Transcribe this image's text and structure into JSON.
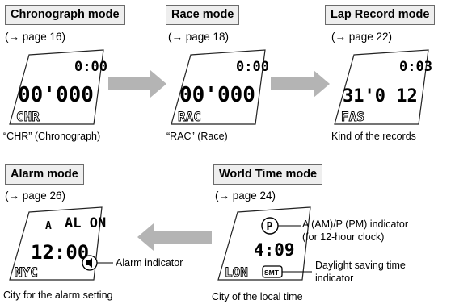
{
  "modes": [
    {
      "label": "Chronograph mode",
      "page_ref": "(→ page 16)",
      "display": {
        "top": "0:00",
        "main": "00'000",
        "bottom": "CHR"
      },
      "caption": "“CHR” (Chronograph)"
    },
    {
      "label": "Race mode",
      "page_ref": "(→ page 18)",
      "display": {
        "top": "0:00",
        "main": "00'000",
        "bottom": "RAC"
      },
      "caption": "“RAC” (Race)"
    },
    {
      "label": "Lap Record mode",
      "page_ref": "(→ page 22)",
      "display": {
        "top": "0:03",
        "main": "31'0 12",
        "bottom": "FAS"
      },
      "caption": "Kind of the records"
    },
    {
      "label": "Alarm mode",
      "page_ref": "(→ page 26)",
      "display": {
        "marker": "A",
        "top": "AL ON",
        "main": "12:00",
        "bottom": "NYC"
      },
      "caption": "City for the alarm setting",
      "callouts": {
        "alarm_indicator": "Alarm indicator"
      }
    },
    {
      "label": "World Time mode",
      "page_ref": "(→ page 24)",
      "display": {
        "pm_badge": "P",
        "main": "4:09",
        "bottom": "LON",
        "smt_badge": "SMT"
      },
      "caption": "City of the local time",
      "callouts": {
        "ampm_line1": "A (AM)/P (PM) indicator",
        "ampm_line2": "(for 12-hour clock)",
        "dst_line1": "Daylight saving time",
        "dst_line2": "indicator"
      }
    }
  ],
  "colors": {
    "arrow": "#b4b4b4",
    "label_bg": "#eeeeee",
    "label_border": "#6b6b6b"
  }
}
